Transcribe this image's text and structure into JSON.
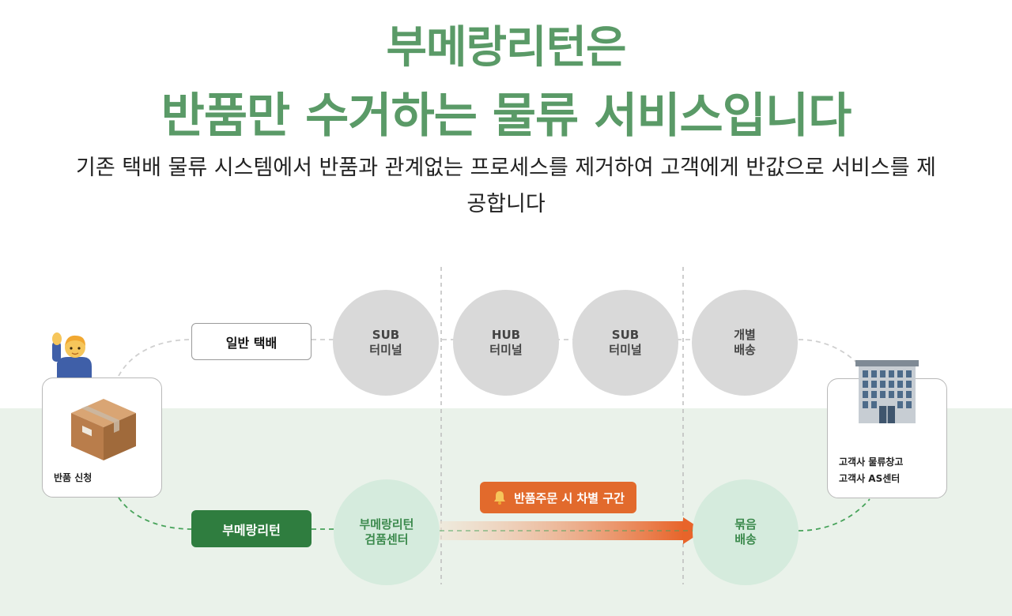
{
  "headline": {
    "line1": "부메랑리턴은",
    "line2": "반품만 수거하는 물류 서비스입니다"
  },
  "description": {
    "line1": "기존 택배 물류 시스템에서 반품과 관계없는 프로세스를 제거하여 고객에게 반값으로 서비스를 제",
    "line2": "공합니다"
  },
  "diagram": {
    "start_label": "반품 신청",
    "end_label_1": "고객사 물류창고",
    "end_label_2": "고객사 AS센터",
    "normal_route": {
      "label": "일반 택배",
      "steps": [
        {
          "line1": "SUB",
          "line2": "터미널"
        },
        {
          "line1": "HUB",
          "line2": "터미널"
        },
        {
          "line1": "SUB",
          "line2": "터미널"
        },
        {
          "line1": "개별",
          "line2": "배송"
        }
      ]
    },
    "boomerang_route": {
      "label": "부메랑리턴",
      "steps": [
        {
          "line1": "부메랑리턴",
          "line2": "검품센터"
        },
        {
          "line1": "묶음",
          "line2": "배송"
        }
      ]
    },
    "difference_badge": "반품주문 시 차별 구간"
  },
  "colors": {
    "headline_green": "#5a9a67",
    "route_green": "#2f7d3f",
    "accent_orange": "#e26a2c",
    "band_green": "#eaf2ea"
  }
}
